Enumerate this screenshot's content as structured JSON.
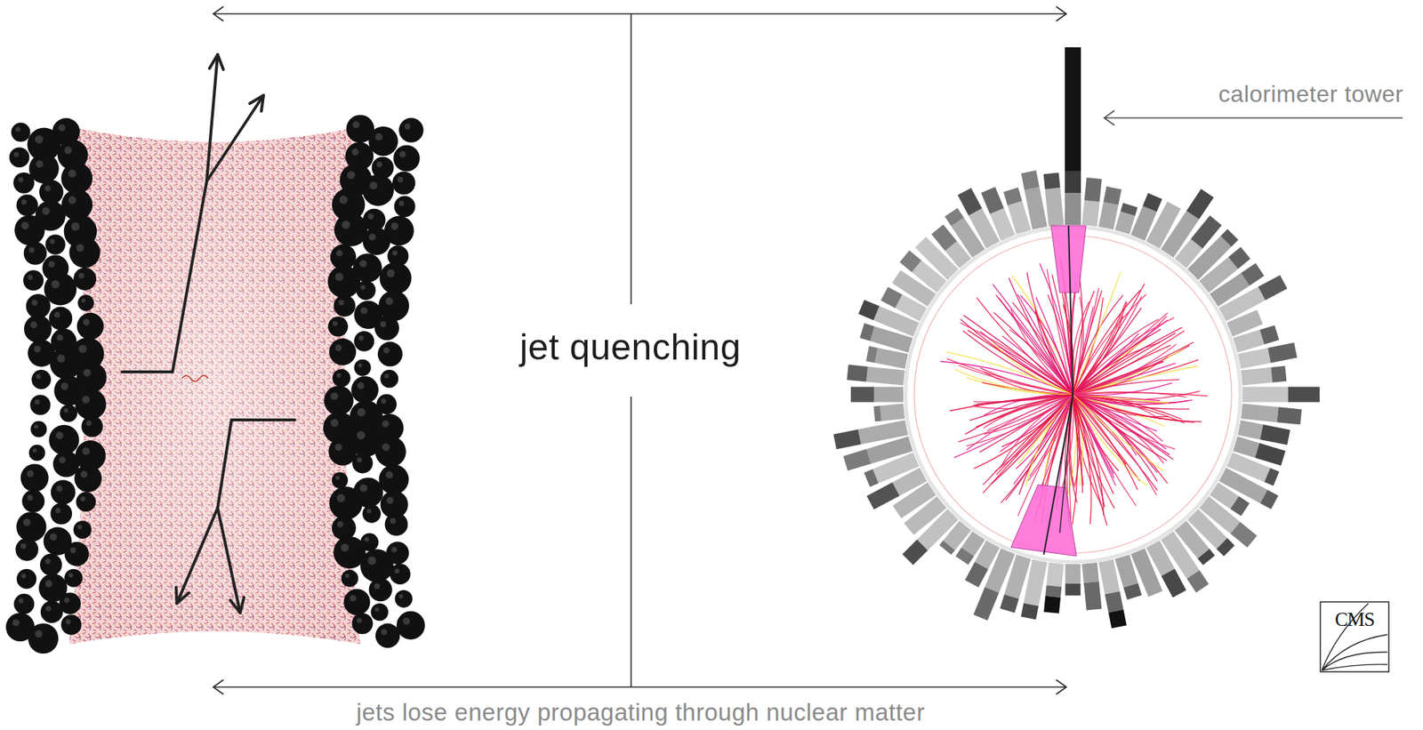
{
  "diagram": {
    "labels": [
      "jet quenching",
      "calorimeter tower",
      "jets lose energy propagating through nuclear matter",
      "CMS"
    ]
  }
}
